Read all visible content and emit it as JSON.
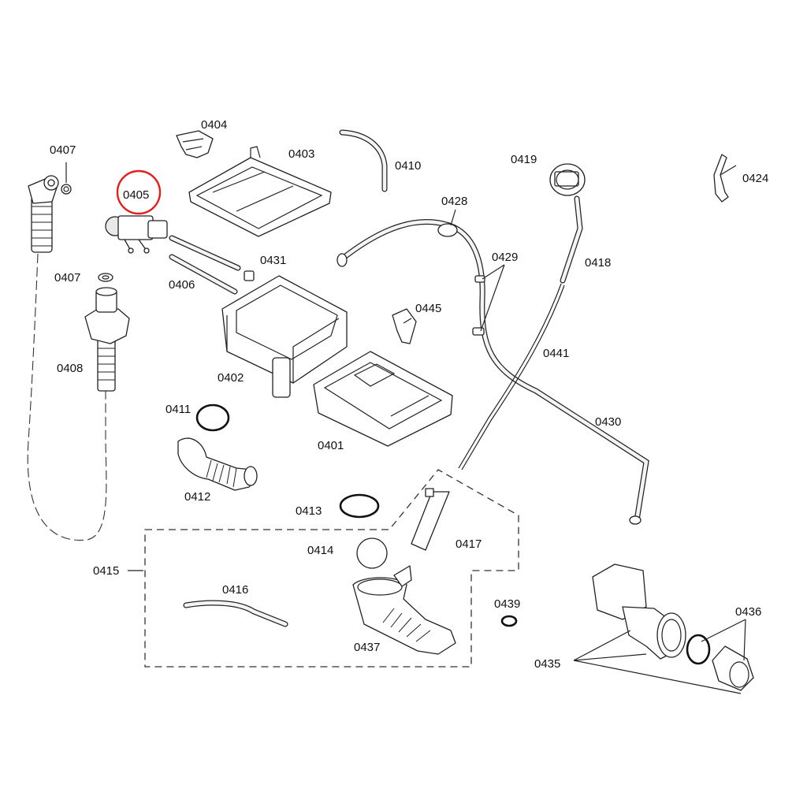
{
  "diagram": {
    "highlighted": "0405",
    "highlight_color": "#e02020",
    "parts": [
      {
        "id": "p0401",
        "label": "0401"
      },
      {
        "id": "p0402",
        "label": "0402"
      },
      {
        "id": "p0403",
        "label": "0403"
      },
      {
        "id": "p0404",
        "label": "0404"
      },
      {
        "id": "p0405",
        "label": "0405"
      },
      {
        "id": "p0406",
        "label": "0406"
      },
      {
        "id": "p0407a",
        "label": "0407"
      },
      {
        "id": "p0407b",
        "label": "0407"
      },
      {
        "id": "p0408",
        "label": "0408"
      },
      {
        "id": "p0410",
        "label": "0410"
      },
      {
        "id": "p0411",
        "label": "0411"
      },
      {
        "id": "p0412",
        "label": "0412"
      },
      {
        "id": "p0413",
        "label": "0413"
      },
      {
        "id": "p0414",
        "label": "0414"
      },
      {
        "id": "p0415",
        "label": "0415"
      },
      {
        "id": "p0416",
        "label": "0416"
      },
      {
        "id": "p0417",
        "label": "0417"
      },
      {
        "id": "p0418",
        "label": "0418"
      },
      {
        "id": "p0419",
        "label": "0419"
      },
      {
        "id": "p0424",
        "label": "0424"
      },
      {
        "id": "p0428",
        "label": "0428"
      },
      {
        "id": "p0429",
        "label": "0429"
      },
      {
        "id": "p0430",
        "label": "0430"
      },
      {
        "id": "p0431",
        "label": "0431"
      },
      {
        "id": "p0435",
        "label": "0435"
      },
      {
        "id": "p0436",
        "label": "0436"
      },
      {
        "id": "p0437",
        "label": "0437"
      },
      {
        "id": "p0439",
        "label": "0439"
      },
      {
        "id": "p0441",
        "label": "0441"
      },
      {
        "id": "p0445",
        "label": "0445"
      }
    ]
  }
}
